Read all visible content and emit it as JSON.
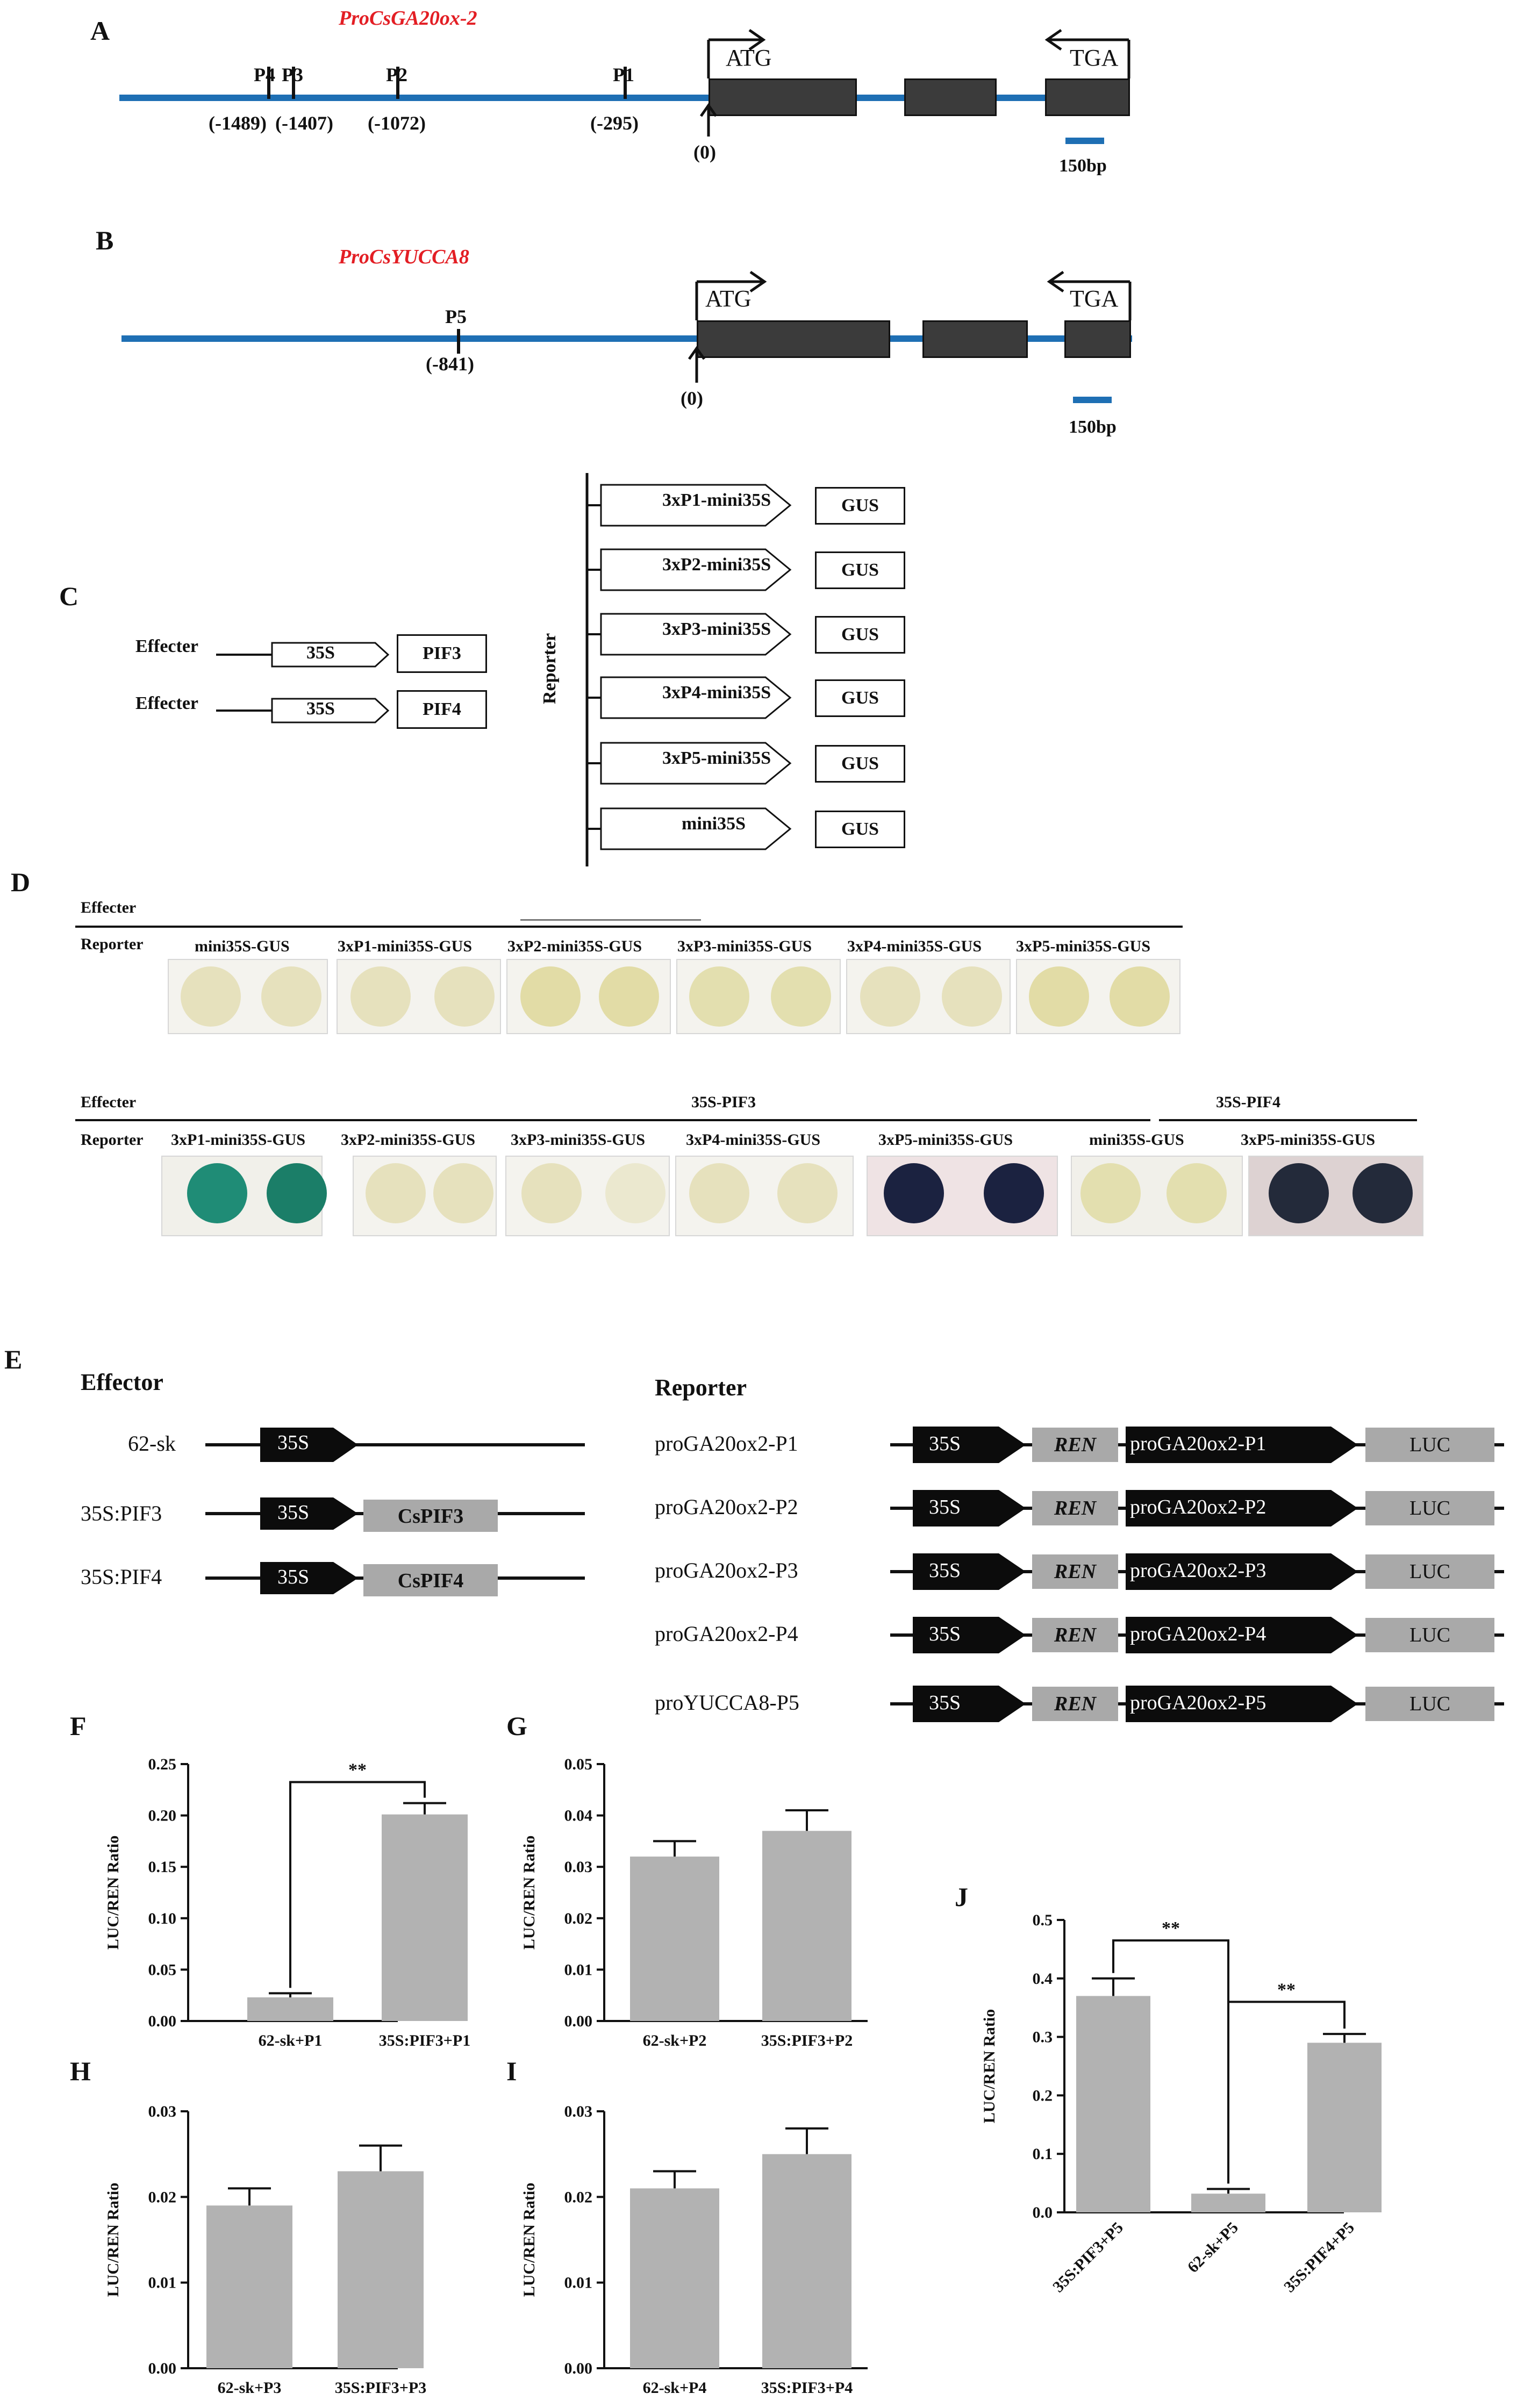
{
  "panel_a": {
    "letter": "A",
    "title": "ProCsGA20ox-2",
    "sites": [
      {
        "label": "P4",
        "pos": "(-1489)"
      },
      {
        "label": "P3",
        "pos": "(-1407)"
      },
      {
        "label": "P2",
        "pos": "(-1072)"
      },
      {
        "label": "P1",
        "pos": "(-295)"
      }
    ],
    "atg": "ATG",
    "tga": "TGA",
    "zero": "(0)",
    "scale": "150bp"
  },
  "panel_b": {
    "letter": "B",
    "title": "ProCsYUCCA8",
    "site_label": "P5",
    "site_pos": "(-841)",
    "atg": "ATG",
    "tga": "TGA",
    "zero": "(0)",
    "scale": "150bp"
  },
  "panel_c": {
    "letter": "C",
    "effecter_label": "Effecter",
    "effecters": [
      {
        "promoter": "35S",
        "gene": "PIF3"
      },
      {
        "promoter": "35S",
        "gene": "PIF4"
      }
    ],
    "reporter_label": "Reporter",
    "reporters": [
      {
        "promoter": "3xP1-mini35S",
        "gene": "GUS"
      },
      {
        "promoter": "3xP2-mini35S",
        "gene": "GUS"
      },
      {
        "promoter": "3xP3-mini35S",
        "gene": "GUS"
      },
      {
        "promoter": "3xP4-mini35S",
        "gene": "GUS"
      },
      {
        "promoter": "3xP5-mini35S",
        "gene": "GUS"
      },
      {
        "promoter": "mini35S",
        "gene": "GUS"
      }
    ]
  },
  "panel_d": {
    "letter": "D",
    "effecter_label": "Effecter",
    "reporter_label": "Reporter",
    "row1_reporters": [
      "mini35S-GUS",
      "3xP1-mini35S-GUS",
      "3xP2-mini35S-GUS",
      "3xP3-mini35S-GUS",
      "3xP4-mini35S-GUS",
      "3xP5-mini35S-GUS"
    ],
    "row2_effecter_groups": [
      "35S-PIF3",
      "35S-PIF4"
    ],
    "row2_reporters": [
      "3xP1-mini35S-GUS",
      "3xP2-mini35S-GUS",
      "3xP3-mini35S-GUS",
      "3xP4-mini35S-GUS",
      "3xP5-mini35S-GUS",
      "mini35S-GUS",
      "3xP5-mini35S-GUS"
    ],
    "colors": {
      "pale": "#e6e1bd",
      "teal": "#1f8c76",
      "dark": "#1b2240"
    }
  },
  "panel_e": {
    "letter": "E",
    "effector_head": "Effector",
    "reporter_head": "Reporter",
    "effectors": [
      {
        "name": "62-sk",
        "promoter": "35S",
        "gene": ""
      },
      {
        "name": "35S:PIF3",
        "promoter": "35S",
        "gene": "CsPIF3"
      },
      {
        "name": "35S:PIF4",
        "promoter": "35S",
        "gene": "CsPIF4"
      }
    ],
    "reporters": [
      {
        "name": "proGA20ox2-P1",
        "p35s": "35S",
        "ren": "REN",
        "promoter": "proGA20ox2-P1",
        "luc": "LUC"
      },
      {
        "name": "proGA20ox2-P2",
        "p35s": "35S",
        "ren": "REN",
        "promoter": "proGA20ox2-P2",
        "luc": "LUC"
      },
      {
        "name": "proGA20ox2-P3",
        "p35s": "35S",
        "ren": "REN",
        "promoter": "proGA20ox2-P3",
        "luc": "LUC"
      },
      {
        "name": "proGA20ox2-P4",
        "p35s": "35S",
        "ren": "REN",
        "promoter": "proGA20ox2-P4",
        "luc": "LUC"
      },
      {
        "name": "proYUCCA8-P5",
        "p35s": "35S",
        "ren": "REN",
        "promoter": "proGA20ox2-P5",
        "luc": "LUC"
      }
    ]
  },
  "chart_data": [
    {
      "panel": "F",
      "type": "bar",
      "categories": [
        "62-sk+P1",
        "35S:PIF3+P1"
      ],
      "values": [
        0.023,
        0.201
      ],
      "errors": [
        0.004,
        0.011
      ],
      "ylabel": "LUC/REN Ratio",
      "ylim": [
        0,
        0.25
      ],
      "yticks": [
        "0.00",
        "0.05",
        "0.10",
        "0.15",
        "0.20",
        "0.25"
      ],
      "significance": [
        {
          "from": 0,
          "to": 1,
          "label": "**"
        }
      ]
    },
    {
      "panel": "G",
      "type": "bar",
      "categories": [
        "62-sk+P2",
        "35S:PIF3+P2"
      ],
      "values": [
        0.032,
        0.037
      ],
      "errors": [
        0.003,
        0.004
      ],
      "ylabel": "LUC/REN Ratio",
      "ylim": [
        0,
        0.05
      ],
      "yticks": [
        "0.00",
        "0.01",
        "0.02",
        "0.03",
        "0.04",
        "0.05"
      ],
      "significance": []
    },
    {
      "panel": "H",
      "type": "bar",
      "categories": [
        "62-sk+P3",
        "35S:PIF3+P3"
      ],
      "values": [
        0.019,
        0.023
      ],
      "errors": [
        0.002,
        0.003
      ],
      "ylabel": "LUC/REN Ratio",
      "ylim": [
        0,
        0.03
      ],
      "yticks": [
        "0.00",
        "0.01",
        "0.02",
        "0.03"
      ],
      "significance": []
    },
    {
      "panel": "I",
      "type": "bar",
      "categories": [
        "62-sk+P4",
        "35S:PIF3+P4"
      ],
      "values": [
        0.021,
        0.025
      ],
      "errors": [
        0.002,
        0.003
      ],
      "ylabel": "LUC/REN Ratio",
      "ylim": [
        0,
        0.03
      ],
      "yticks": [
        "0.00",
        "0.01",
        "0.02",
        "0.03"
      ],
      "significance": []
    },
    {
      "panel": "J",
      "type": "bar",
      "categories": [
        "35S:PIF3+P5",
        "62-sk+P5",
        "35S:PIF4+P5"
      ],
      "values": [
        0.37,
        0.032,
        0.29
      ],
      "errors": [
        0.03,
        0.008,
        0.015
      ],
      "ylabel": "LUC/REN Ratio",
      "ylim": [
        0,
        0.5
      ],
      "yticks": [
        "0.0",
        "0.1",
        "0.2",
        "0.3",
        "0.4",
        "0.5"
      ],
      "significance": [
        {
          "from": 0,
          "to": 1,
          "label": "**"
        },
        {
          "from": 1,
          "to": 2,
          "label": "**"
        }
      ]
    }
  ]
}
